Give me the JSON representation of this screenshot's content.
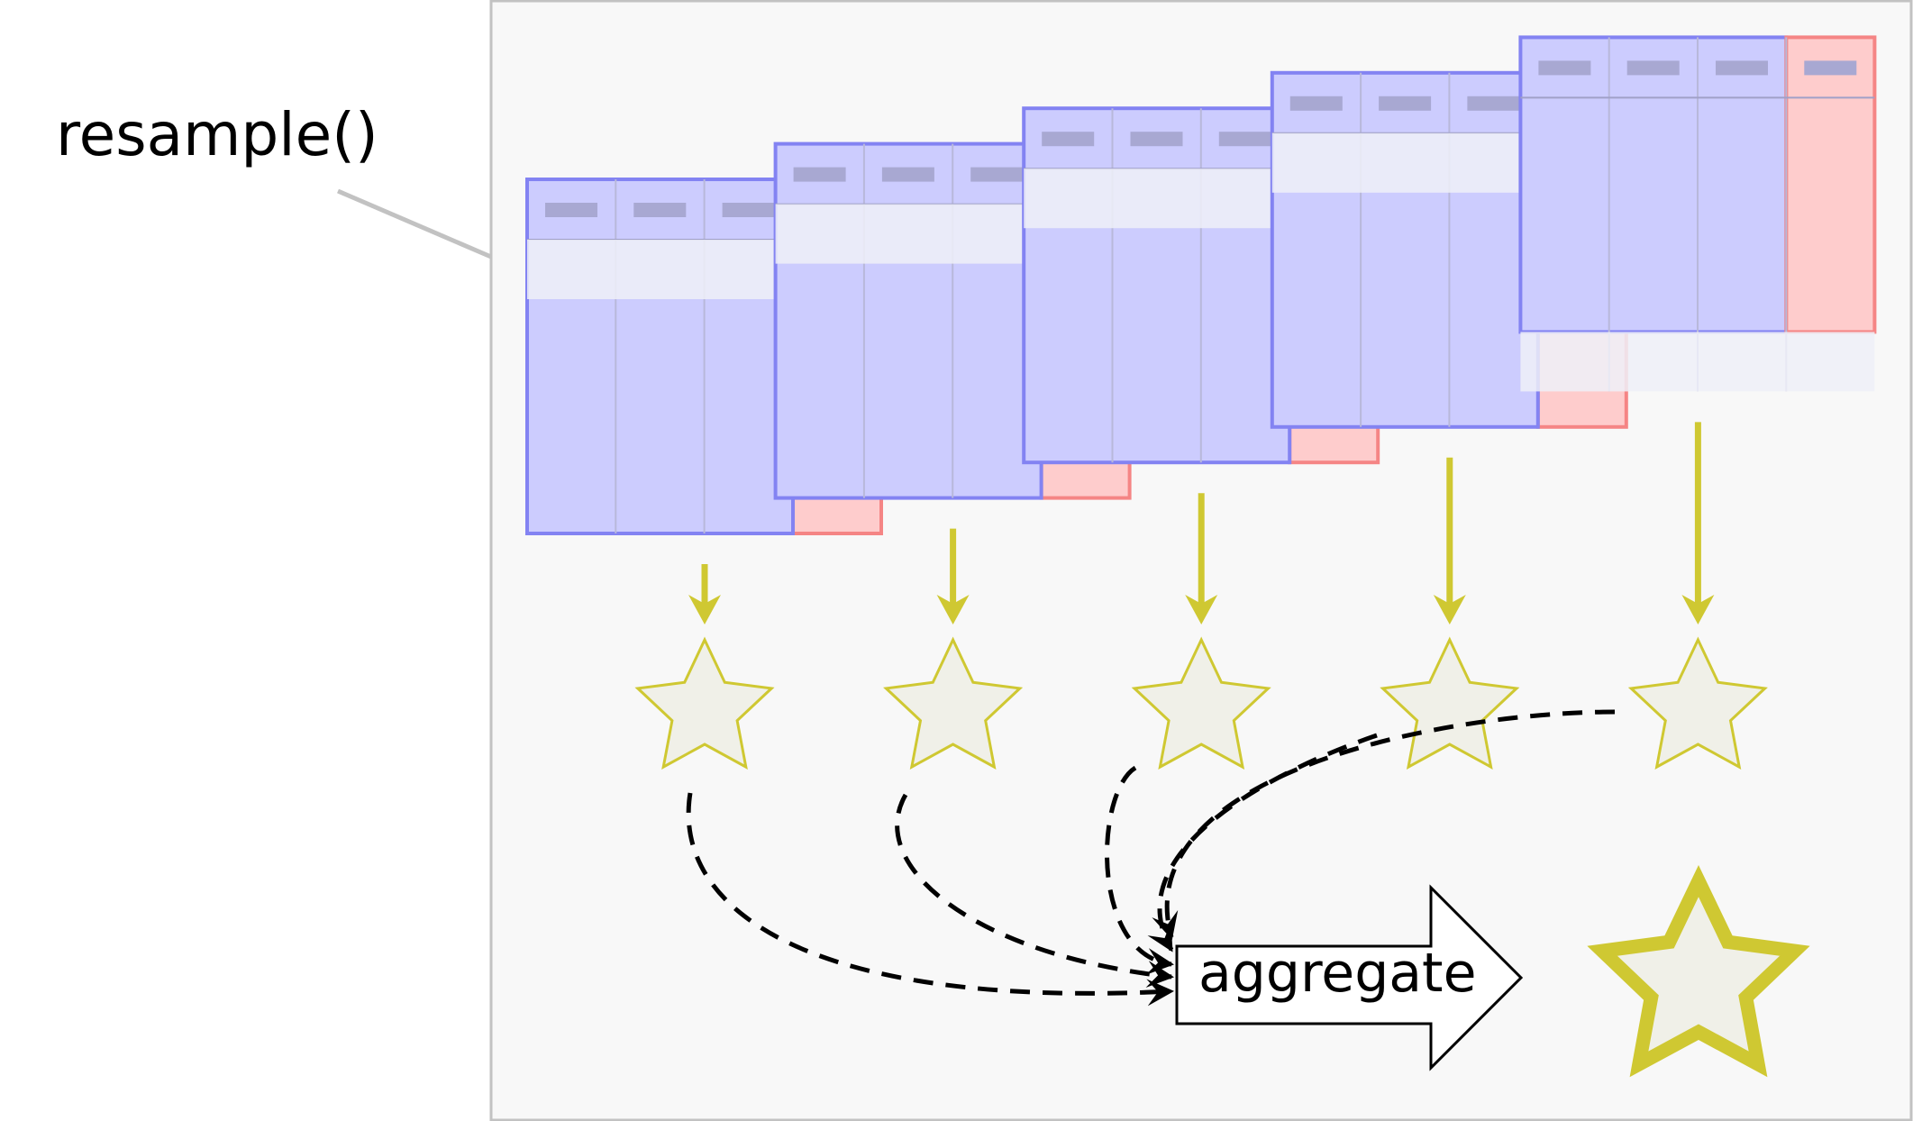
{
  "title_label": "resample()",
  "aggregate_label": "aggregate",
  "colors": {
    "panel_background": "#f8f8f8",
    "panel_border": "#c2c2c2",
    "table_fill": "#ccccfe",
    "table_border": "#8383f2",
    "table_header_dash": "#a8a8d2",
    "row_highlight": "#eff0f8",
    "extra_column_fill": "#fecccc",
    "extra_column_border": "#f58585",
    "arrow_color": "#cfc832",
    "star_fill": "#f0f0e8",
    "dashed_line": "#000000"
  },
  "icons": {
    "result_star": "star-icon",
    "aggregate_star": "star-icon"
  },
  "samples": [
    {
      "id": "sample-1"
    },
    {
      "id": "sample-2"
    },
    {
      "id": "sample-3"
    },
    {
      "id": "sample-4"
    },
    {
      "id": "sample-5"
    }
  ]
}
